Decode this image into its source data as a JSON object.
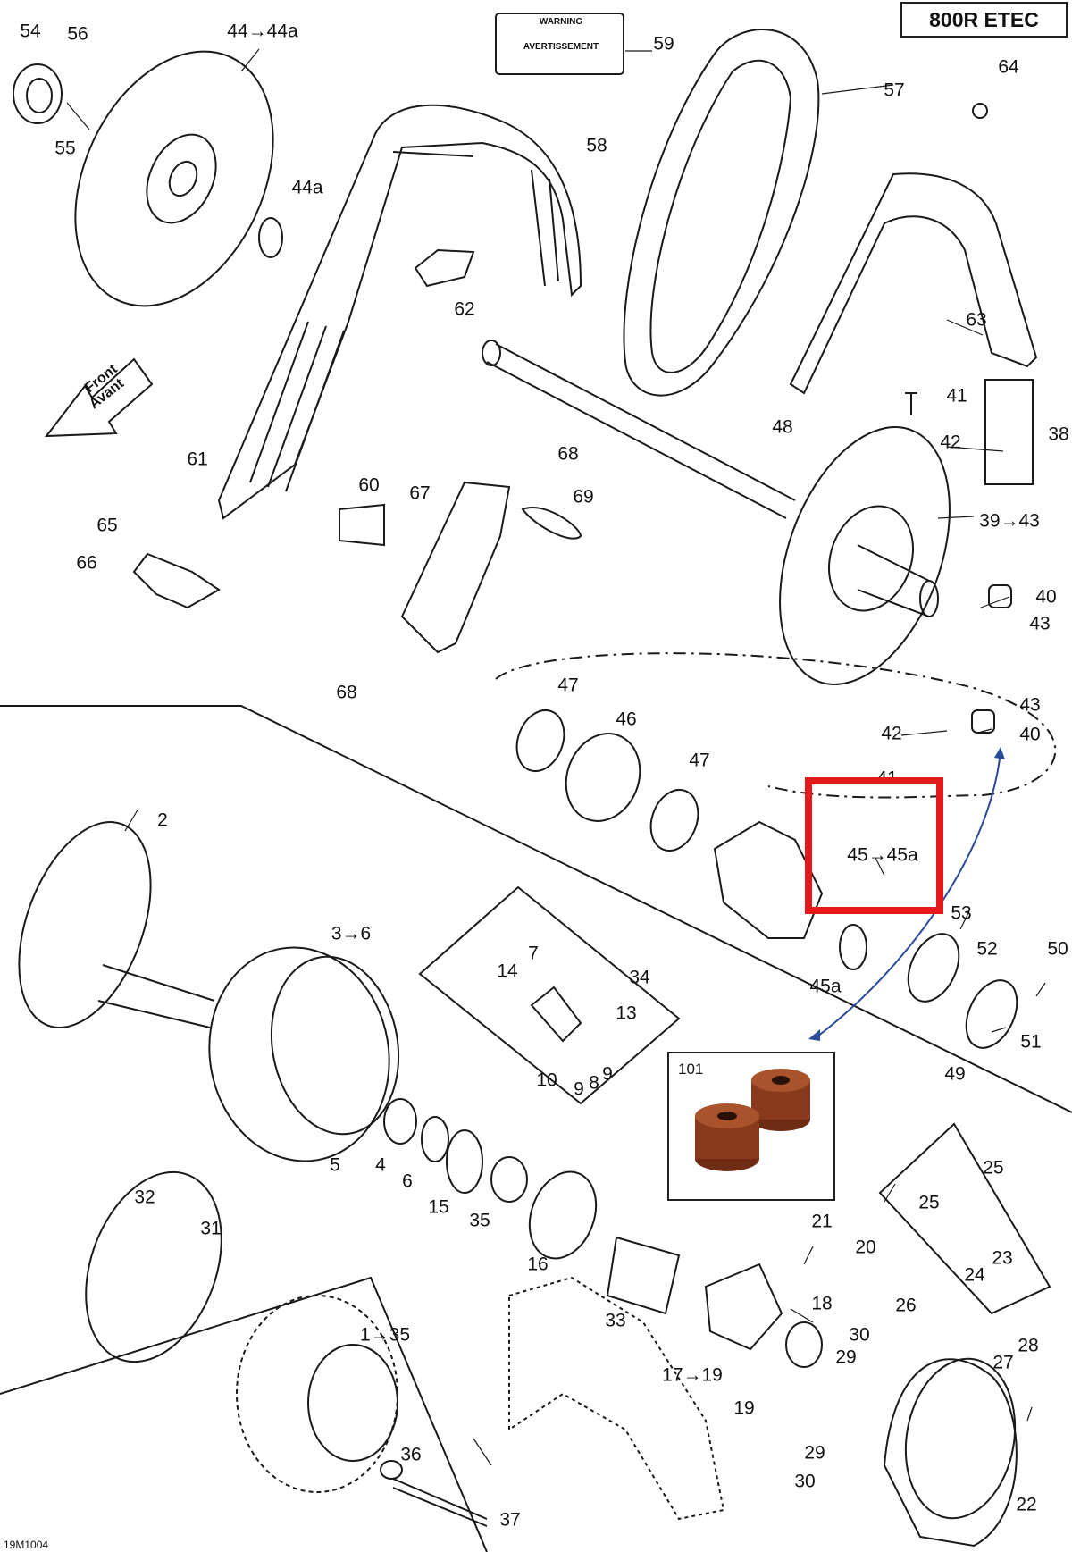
{
  "model": "800R ETEC",
  "figure_code": "19M1004",
  "front_arrow": {
    "line1": "Front",
    "line2": "Avant"
  },
  "decal": {
    "warning": "WARNING",
    "warning_fr": "AVERTISSEMENT"
  },
  "inset": {
    "label": "101"
  },
  "highlight": {
    "label": "45→45a"
  },
  "callouts": [
    {
      "text": "54"
    },
    {
      "text": "56"
    },
    {
      "text": "55"
    },
    {
      "text": "44→44a"
    },
    {
      "text": "44a"
    },
    {
      "text": "59"
    },
    {
      "text": "57"
    },
    {
      "text": "58"
    },
    {
      "text": "62"
    },
    {
      "text": "64"
    },
    {
      "text": "63"
    },
    {
      "text": "41"
    },
    {
      "text": "42"
    },
    {
      "text": "38"
    },
    {
      "text": "48"
    },
    {
      "text": "68"
    },
    {
      "text": "61"
    },
    {
      "text": "60"
    },
    {
      "text": "67"
    },
    {
      "text": "69"
    },
    {
      "text": "65"
    },
    {
      "text": "66"
    },
    {
      "text": "39→43"
    },
    {
      "text": "40"
    },
    {
      "text": "43"
    },
    {
      "text": "68"
    },
    {
      "text": "47"
    },
    {
      "text": "46"
    },
    {
      "text": "47"
    },
    {
      "text": "43"
    },
    {
      "text": "42"
    },
    {
      "text": "40"
    },
    {
      "text": "41"
    },
    {
      "text": "2"
    },
    {
      "text": "3→6"
    },
    {
      "text": "7"
    },
    {
      "text": "14"
    },
    {
      "text": "34"
    },
    {
      "text": "13"
    },
    {
      "text": "10"
    },
    {
      "text": "9"
    },
    {
      "text": "8"
    },
    {
      "text": "9"
    },
    {
      "text": "53"
    },
    {
      "text": "45a"
    },
    {
      "text": "52"
    },
    {
      "text": "50"
    },
    {
      "text": "51"
    },
    {
      "text": "49"
    },
    {
      "text": "5"
    },
    {
      "text": "4"
    },
    {
      "text": "6"
    },
    {
      "text": "15"
    },
    {
      "text": "35"
    },
    {
      "text": "16"
    },
    {
      "text": "32"
    },
    {
      "text": "31"
    },
    {
      "text": "33"
    },
    {
      "text": "21"
    },
    {
      "text": "20"
    },
    {
      "text": "25"
    },
    {
      "text": "25"
    },
    {
      "text": "23"
    },
    {
      "text": "24"
    },
    {
      "text": "17→19"
    },
    {
      "text": "18"
    },
    {
      "text": "26"
    },
    {
      "text": "28"
    },
    {
      "text": "30"
    },
    {
      "text": "29"
    },
    {
      "text": "27"
    },
    {
      "text": "19"
    },
    {
      "text": "1→35"
    },
    {
      "text": "36"
    },
    {
      "text": "29"
    },
    {
      "text": "30"
    },
    {
      "text": "22"
    },
    {
      "text": "37"
    }
  ],
  "colors": {
    "highlight": "#e3191b",
    "arrow": "#2a4a9a",
    "bushing": "#8a3a1c",
    "line": "#1a1a1a"
  }
}
